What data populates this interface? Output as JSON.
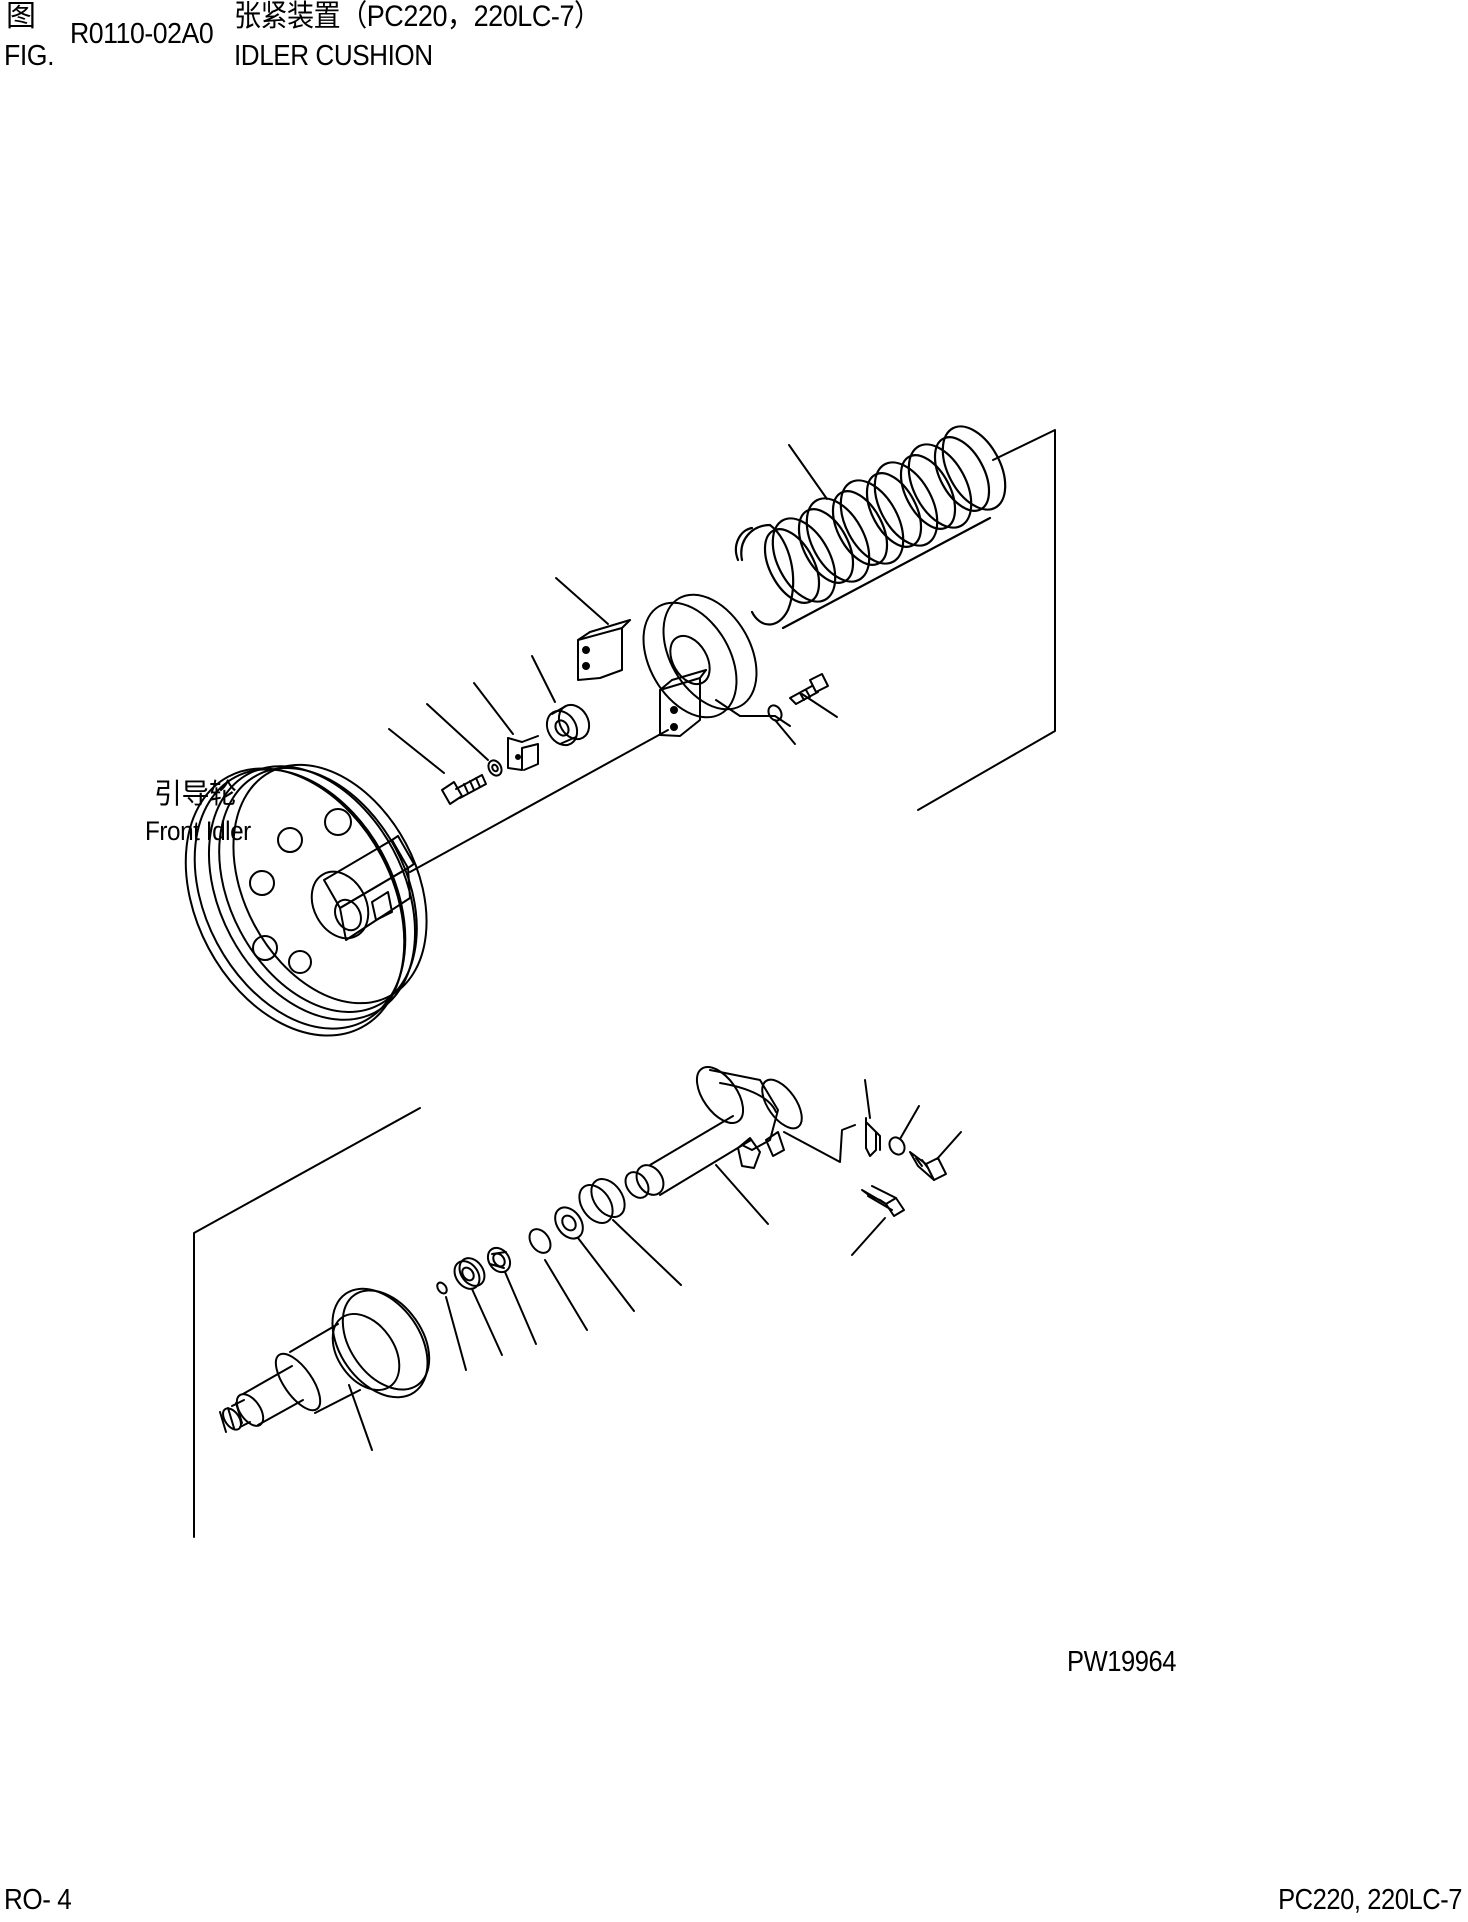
{
  "header": {
    "fig_cn": "图",
    "fig_en": "FIG.",
    "figure_code": "R0110-02A0",
    "title_cn": "张紧装置（PC220，220LC-7）",
    "title_en": "IDLER CUSHION"
  },
  "labels": {
    "front_idler_cn": "引导轮",
    "front_idler_en": "Front Idler"
  },
  "drawing_number": "PW19964",
  "footer": {
    "page": "RO- 4",
    "model": "PC220, 220LC-7"
  }
}
